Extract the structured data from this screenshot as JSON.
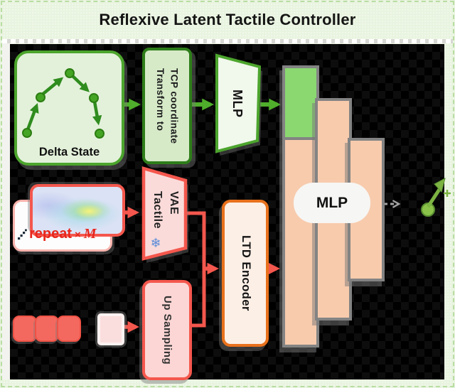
{
  "title": "Reflexive Latent Tactile Controller",
  "nodes": {
    "delta_state": {
      "label": "Delta State"
    },
    "transform": {
      "label": "Transform to\nTCP coordinate"
    },
    "mlp_projector": {
      "label": "MLP"
    },
    "tactile_vae": {
      "label": "Tactile\nVAE",
      "frozen_icon": "❄"
    },
    "ltd_encoder": {
      "label": "LTD Encoder"
    },
    "up_sampling": {
      "label": "Up Sampling"
    },
    "mlp_head": {
      "label": "MLP"
    }
  },
  "annotations": {
    "repeat": {
      "word": "repeat",
      "times_sign": "×",
      "count_var": "M"
    }
  },
  "colors": {
    "page_bg": "#e9f4e0",
    "panel_bg": "#000000",
    "green_border": "#4ca52d",
    "green_dark": "#2f8c1e",
    "green_fill": "#e3f1da",
    "bar_green": "#8bd871",
    "bar_peach": "#f8cbad",
    "bar_border": "#838383",
    "red": "#f4574d",
    "orange": "#e8711c",
    "repeat_red": "#e7271d",
    "frozen_blue": "#5b8dd9"
  }
}
